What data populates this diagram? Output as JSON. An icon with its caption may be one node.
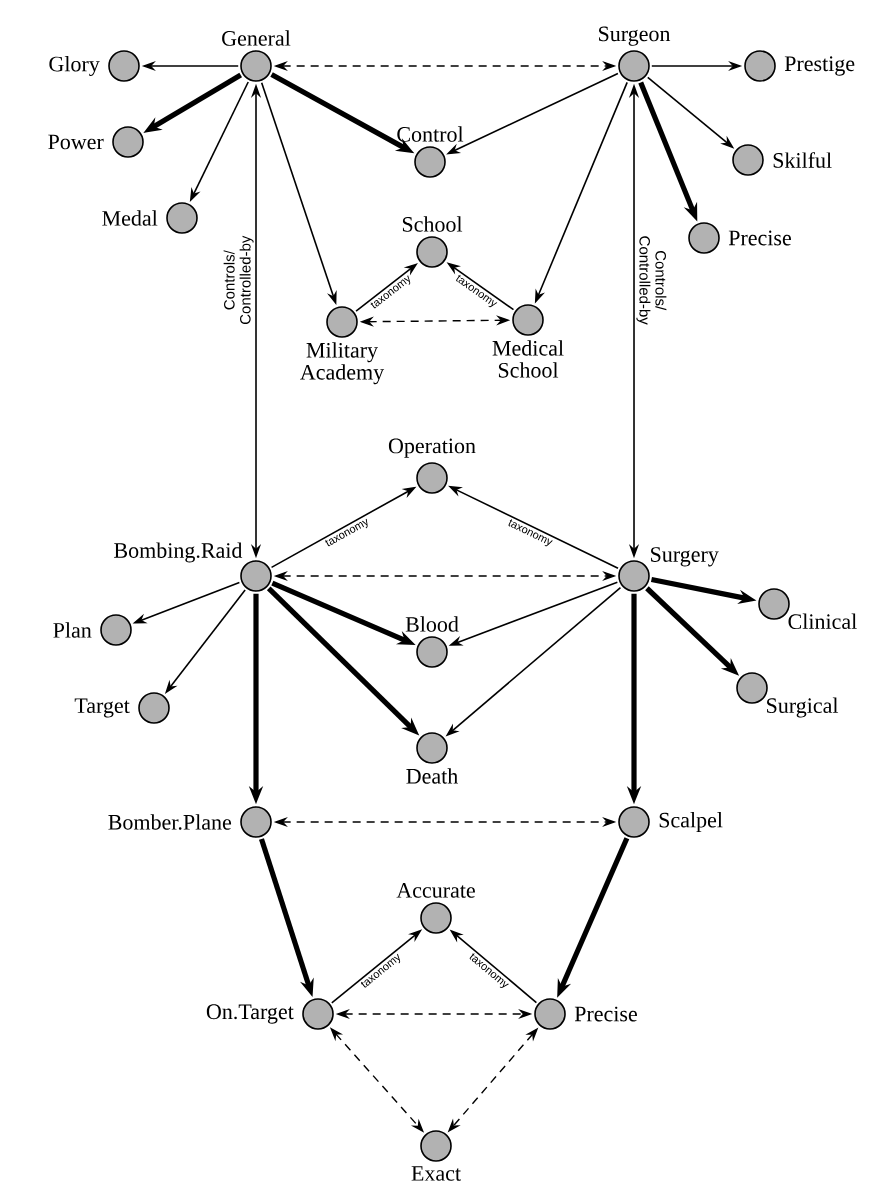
{
  "diagram": {
    "nodes": [
      {
        "text": [],
        "shape": "circle",
        "beside": [
          "General"
        ]
      },
      {
        "text": [],
        "shape": "circle",
        "beside": [
          "Surgeon"
        ]
      },
      {
        "text": [],
        "shape": "circle",
        "beside": [
          "Glory"
        ]
      },
      {
        "text": [],
        "shape": "circle",
        "beside": [
          "Power"
        ]
      },
      {
        "text": [],
        "shape": "circle",
        "beside": [
          "Medal"
        ]
      },
      {
        "text": [],
        "shape": "circle",
        "beside": [
          "Control"
        ]
      },
      {
        "text": [],
        "shape": "circle",
        "beside": [
          "Prestige"
        ]
      },
      {
        "text": [],
        "shape": "circle",
        "beside": [
          "Skilful"
        ]
      },
      {
        "text": [],
        "shape": "circle",
        "beside": [
          "Precise"
        ]
      },
      {
        "text": [],
        "shape": "circle",
        "beside": [
          "School"
        ]
      },
      {
        "text": [],
        "shape": "circle",
        "beside": [
          "Military Academy"
        ]
      },
      {
        "text": [],
        "shape": "circle",
        "beside": [
          "Medical School"
        ]
      },
      {
        "text": [],
        "shape": "circle",
        "beside": [
          "Operation"
        ]
      },
      {
        "text": [],
        "shape": "circle",
        "beside": [
          "Bombing.Raid"
        ]
      },
      {
        "text": [],
        "shape": "circle",
        "beside": [
          "Surgery"
        ]
      },
      {
        "text": [],
        "shape": "circle",
        "beside": [
          "Plan"
        ]
      },
      {
        "text": [],
        "shape": "circle",
        "beside": [
          "Blood"
        ]
      },
      {
        "text": [],
        "shape": "circle",
        "beside": [
          "Clinical"
        ]
      },
      {
        "text": [],
        "shape": "circle",
        "beside": [
          "Target"
        ]
      },
      {
        "text": [],
        "shape": "circle",
        "beside": [
          "Surgical"
        ]
      },
      {
        "text": [],
        "shape": "circle",
        "beside": [
          "Death"
        ]
      },
      {
        "text": [],
        "shape": "circle",
        "beside": [
          "Bomber.Plane"
        ]
      },
      {
        "text": [],
        "shape": "circle",
        "beside": [
          "Scalpel"
        ]
      },
      {
        "text": [],
        "shape": "circle",
        "beside": [
          "Accurate"
        ]
      },
      {
        "text": [],
        "shape": "circle",
        "beside": [
          "On.Target"
        ]
      },
      {
        "text": [],
        "shape": "circle",
        "beside": [
          "Precise"
        ]
      },
      {
        "text": [],
        "shape": "circle",
        "beside": [
          "Exact"
        ]
      }
    ],
    "edges": [
      {
        "from": 0,
        "to": 2,
        "arrow": "to"
      },
      {
        "from": 0,
        "to": 3,
        "arrow": "to",
        "style": "thick"
      },
      {
        "from": 0,
        "to": 4,
        "arrow": "to"
      },
      {
        "from": 0,
        "to": 1,
        "arrow": "both",
        "style": "dashed"
      },
      {
        "from": 0,
        "to": 5,
        "arrow": "to",
        "style": "thick"
      },
      {
        "from": 1,
        "to": 5,
        "arrow": "to"
      },
      {
        "from": 1,
        "to": 6,
        "arrow": "to"
      },
      {
        "from": 1,
        "to": 7,
        "arrow": "to"
      },
      {
        "from": 1,
        "to": 8,
        "arrow": "to",
        "style": "thick"
      },
      {
        "from": 0,
        "to": 10,
        "arrow": "to"
      },
      {
        "from": 1,
        "to": 11,
        "arrow": "to"
      },
      {
        "from": 10,
        "to": 9,
        "arrow": "to",
        "label": "taxonomy"
      },
      {
        "from": 11,
        "to": 9,
        "arrow": "to",
        "label": "taxonomy"
      },
      {
        "from": 10,
        "to": 11,
        "arrow": "both",
        "style": "dashed"
      },
      {
        "from": 0,
        "to": 13,
        "arrow": "both",
        "label": "Controls/ Controlled-by"
      },
      {
        "from": 1,
        "to": 14,
        "arrow": "both",
        "label": "Controls/ Controlled-by"
      },
      {
        "from": 13,
        "to": 12,
        "arrow": "to",
        "label": "taxonomy"
      },
      {
        "from": 14,
        "to": 12,
        "arrow": "to",
        "label": "taxonomy"
      },
      {
        "from": 13,
        "to": 14,
        "arrow": "both",
        "style": "dashed"
      },
      {
        "from": 13,
        "to": 15,
        "arrow": "to"
      },
      {
        "from": 13,
        "to": 18,
        "arrow": "to"
      },
      {
        "from": 13,
        "to": 16,
        "arrow": "to",
        "style": "thick"
      },
      {
        "from": 13,
        "to": 20,
        "arrow": "to",
        "style": "thick"
      },
      {
        "from": 14,
        "to": 16,
        "arrow": "to"
      },
      {
        "from": 14,
        "to": 20,
        "arrow": "to"
      },
      {
        "from": 14,
        "to": 17,
        "arrow": "to",
        "style": "thick"
      },
      {
        "from": 14,
        "to": 19,
        "arrow": "to",
        "style": "thick"
      },
      {
        "from": 13,
        "to": 21,
        "arrow": "to",
        "style": "thick"
      },
      {
        "from": 14,
        "to": 22,
        "arrow": "to",
        "style": "thick"
      },
      {
        "from": 21,
        "to": 22,
        "arrow": "both",
        "style": "dashed"
      },
      {
        "from": 21,
        "to": 24,
        "arrow": "to",
        "style": "thick"
      },
      {
        "from": 22,
        "to": 25,
        "arrow": "to",
        "style": "thick"
      },
      {
        "from": 24,
        "to": 23,
        "arrow": "to",
        "label": "taxonomy"
      },
      {
        "from": 25,
        "to": 23,
        "arrow": "to",
        "label": "taxonomy"
      },
      {
        "from": 24,
        "to": 25,
        "arrow": "both",
        "style": "dashed"
      },
      {
        "from": 24,
        "to": 26,
        "arrow": "both",
        "style": "dashed"
      },
      {
        "from": 25,
        "to": 26,
        "arrow": "both",
        "style": "dashed"
      }
    ]
  }
}
